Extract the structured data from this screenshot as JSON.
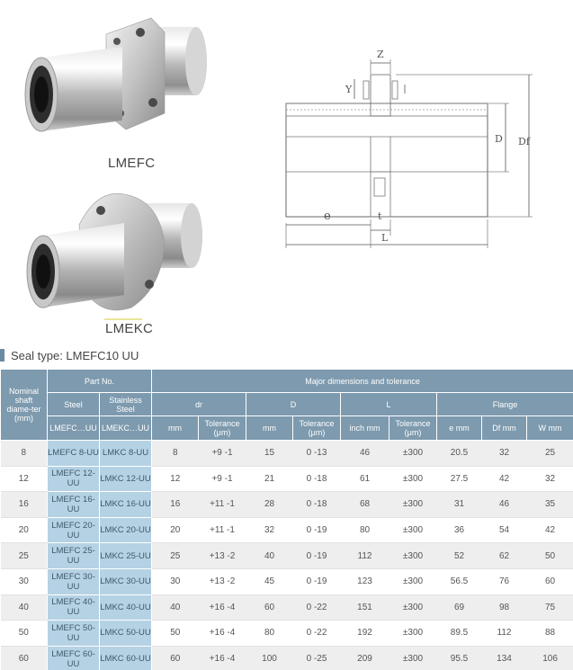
{
  "products": [
    {
      "label": "LMEFC"
    },
    {
      "label": "LMEKC"
    }
  ],
  "drawing": {
    "labels": {
      "z": "Z",
      "y": "Y",
      "d": "D",
      "df": "Df",
      "e": "e",
      "t": "t",
      "l": "L"
    }
  },
  "seal_type": "Seal type: LMEFC10 UU",
  "table": {
    "header": {
      "nominal": "Nominal shaft diame-ter (mm)",
      "part_no": "Part No.",
      "major": "Major dimensions and tolerance",
      "steel": "Steel",
      "stainless": "Stainless Steel",
      "steel_code": "LMEFC…UU",
      "stainless_code": "LMEKC…UU",
      "dr": "dr",
      "D": "D",
      "L": "L",
      "flange": "Flange",
      "mm": "mm",
      "tolerance": "Tolerance (μm)",
      "inch_mm": "inch mm",
      "e_mm": "e mm",
      "df_mm": "Df mm",
      "w_mm": "W mm"
    },
    "rows": [
      {
        "nominal": "8",
        "steel": "LMEFC 8-UU",
        "stainless": "LMKC 8-UU",
        "dr": "8",
        "dr_tol": "+9 -1",
        "D": "15",
        "D_tol": "0 -13",
        "L": "46",
        "L_tol": "±300",
        "e": "20.5",
        "df": "32",
        "w": "25"
      },
      {
        "nominal": "12",
        "steel": "LMEFC 12-UU",
        "stainless": "LMKC 12-UU",
        "dr": "12",
        "dr_tol": "+9 -1",
        "D": "21",
        "D_tol": "0 -18",
        "L": "61",
        "L_tol": "±300",
        "e": "27.5",
        "df": "42",
        "w": "32"
      },
      {
        "nominal": "16",
        "steel": "LMEFC 16-UU",
        "stainless": "LMKC 16-UU",
        "dr": "16",
        "dr_tol": "+11 -1",
        "D": "28",
        "D_tol": "0 -18",
        "L": "68",
        "L_tol": "±300",
        "e": "31",
        "df": "46",
        "w": "35"
      },
      {
        "nominal": "20",
        "steel": "LMEFC 20-UU",
        "stainless": "LMKC 20-UU",
        "dr": "20",
        "dr_tol": "+11 -1",
        "D": "32",
        "D_tol": "0 -19",
        "L": "80",
        "L_tol": "±300",
        "e": "36",
        "df": "54",
        "w": "42"
      },
      {
        "nominal": "25",
        "steel": "LMEFC 25-UU",
        "stainless": "LMKC 25-UU",
        "dr": "25",
        "dr_tol": "+13 -2",
        "D": "40",
        "D_tol": "0 -19",
        "L": "112",
        "L_tol": "±300",
        "e": "52",
        "df": "62",
        "w": "50"
      },
      {
        "nominal": "30",
        "steel": "LMEFC 30-UU",
        "stainless": "LMKC 30-UU",
        "dr": "30",
        "dr_tol": "+13 -2",
        "D": "45",
        "D_tol": "0 -19",
        "L": "123",
        "L_tol": "±300",
        "e": "56.5",
        "df": "76",
        "w": "60"
      },
      {
        "nominal": "40",
        "steel": "LMEFC 40-UU",
        "stainless": "LMKC 40-UU",
        "dr": "40",
        "dr_tol": "+16 -4",
        "D": "60",
        "D_tol": "0 -22",
        "L": "151",
        "L_tol": "±300",
        "e": "69",
        "df": "98",
        "w": "75"
      },
      {
        "nominal": "50",
        "steel": "LMEFC 50-UU",
        "stainless": "LMKC 50-UU",
        "dr": "50",
        "dr_tol": "+16 -4",
        "D": "80",
        "D_tol": "0 -22",
        "L": "192",
        "L_tol": "±300",
        "e": "89.5",
        "df": "112",
        "w": "88"
      },
      {
        "nominal": "60",
        "steel": "LMEFC 60-UU",
        "stainless": "LMKC 60-UU",
        "dr": "60",
        "dr_tol": "+16 -4",
        "D": "100",
        "D_tol": "0 -25",
        "L": "209",
        "L_tol": "±300",
        "e": "95.5",
        "df": "134",
        "w": "106"
      }
    ]
  }
}
